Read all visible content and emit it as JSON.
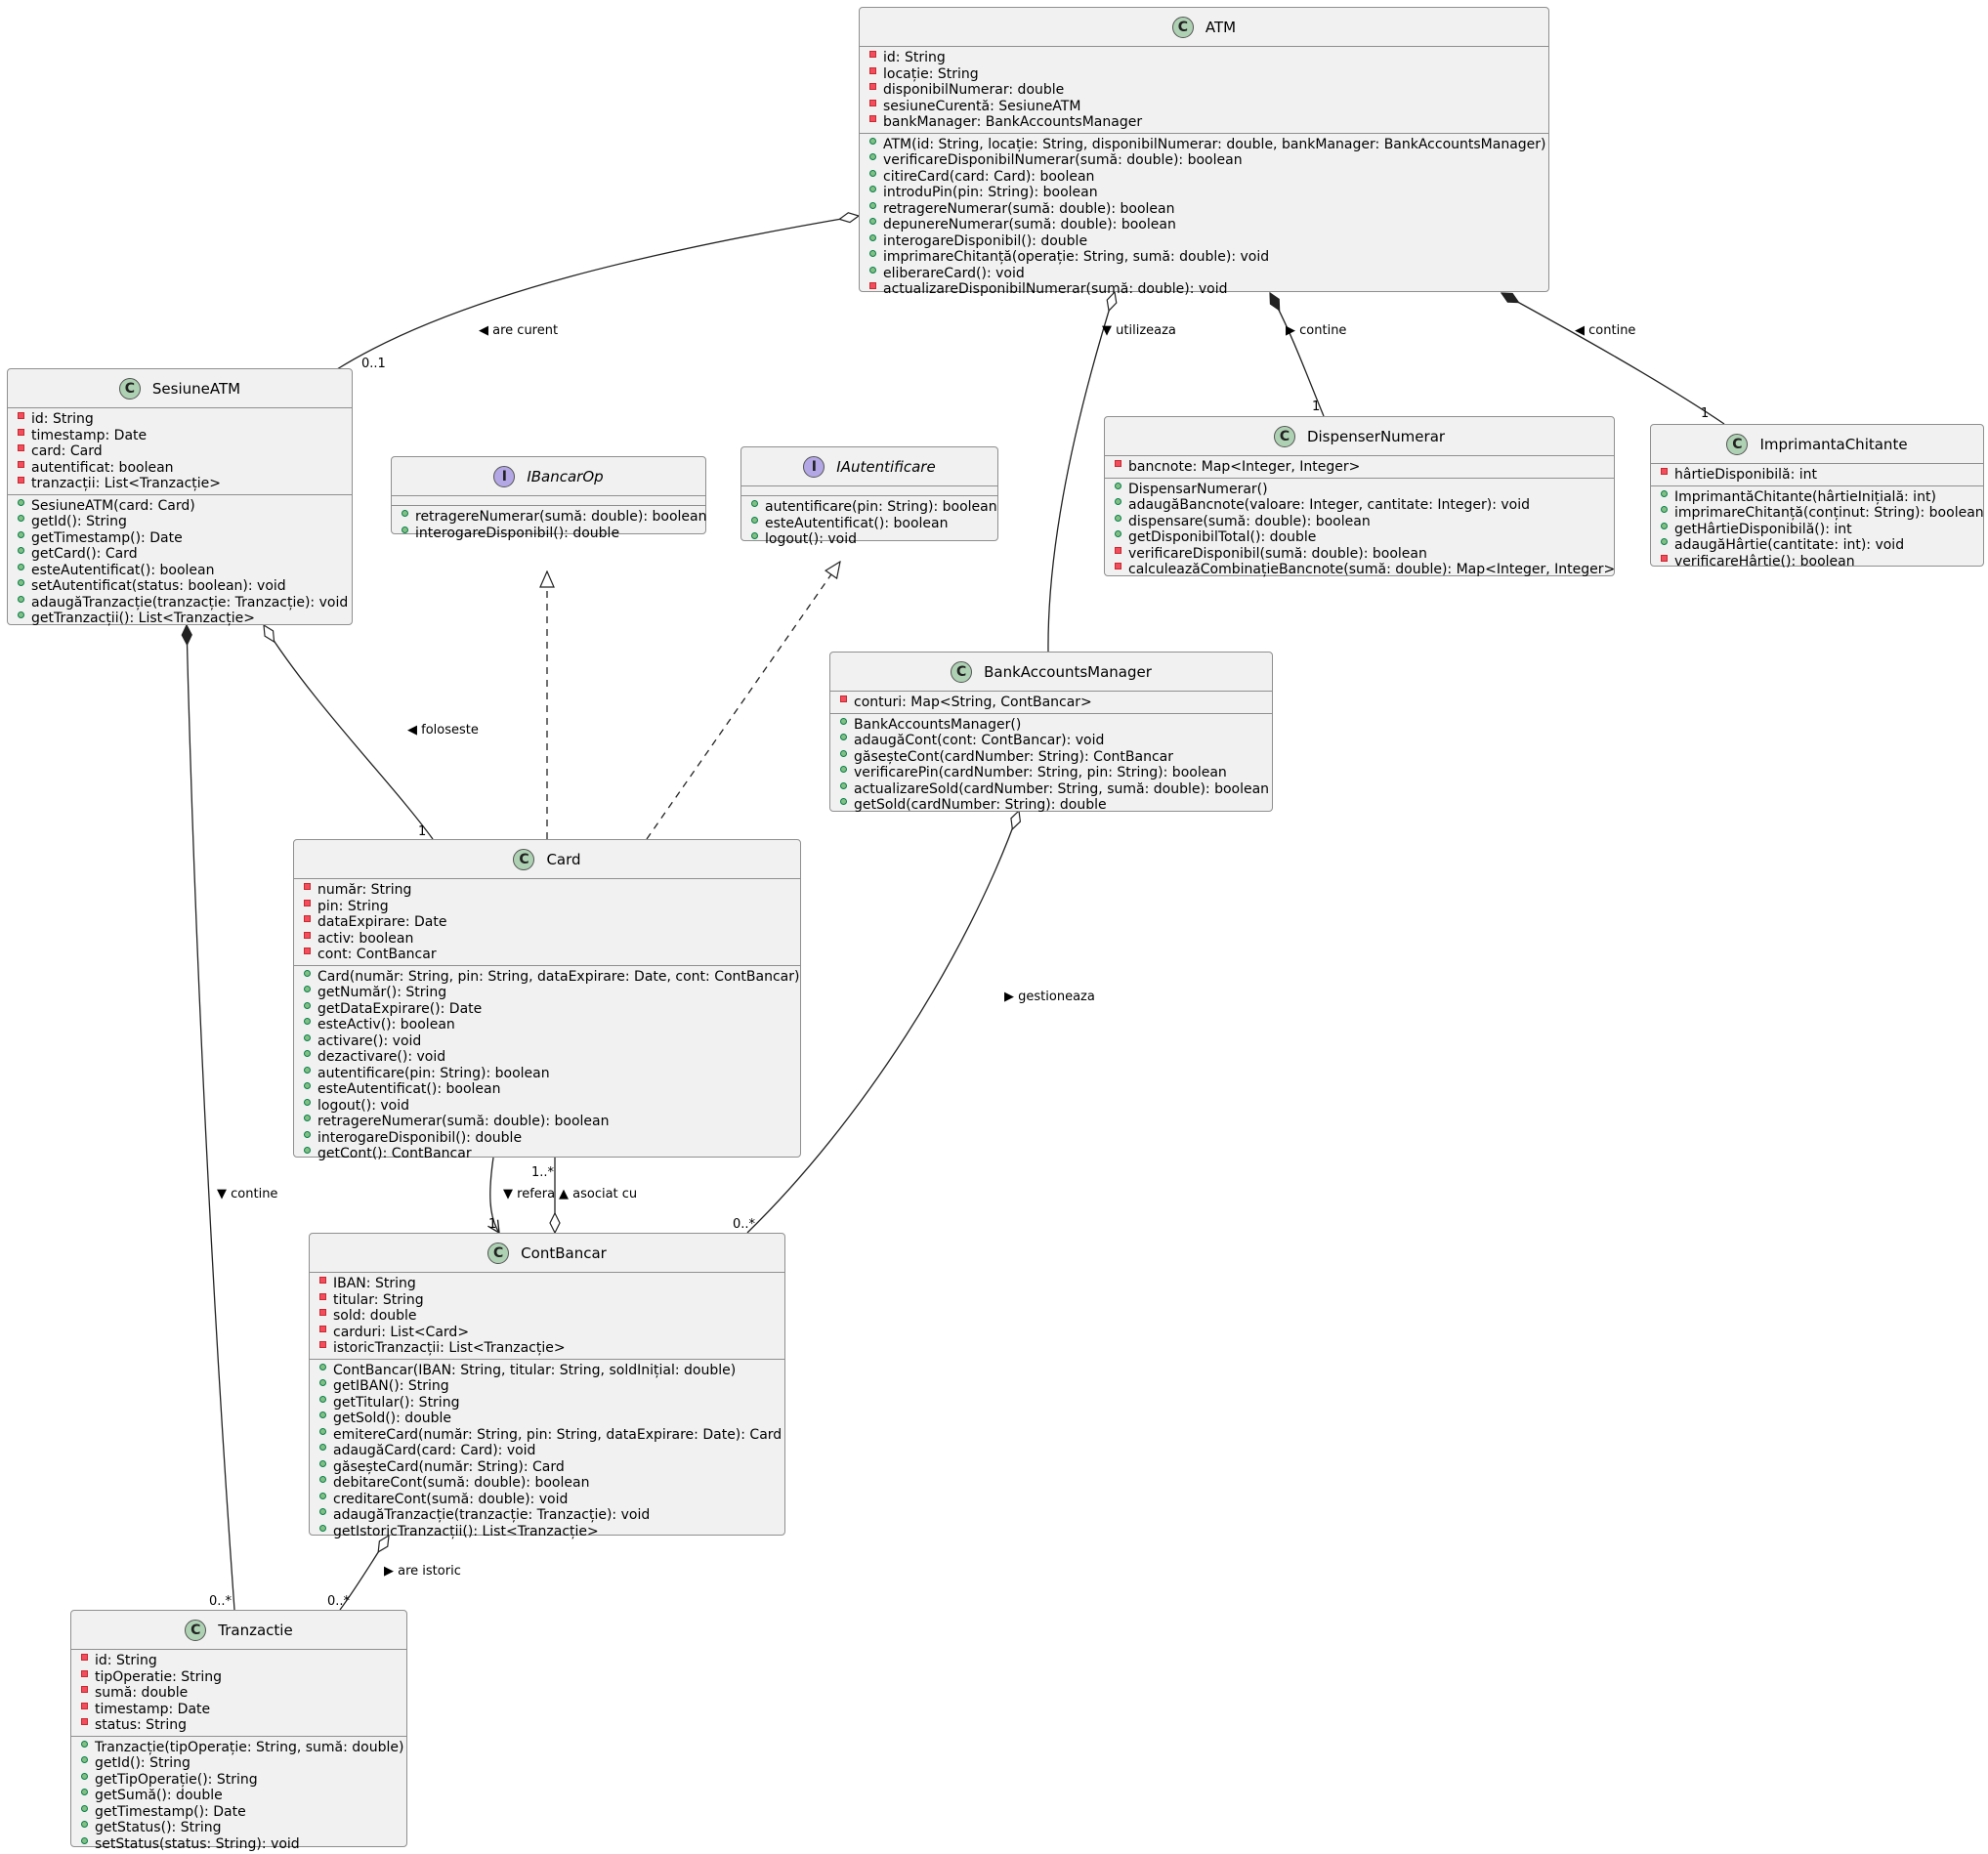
{
  "classes": [
    {
      "key": "atm",
      "name": "ATM",
      "kind": "class",
      "attrs": [
        {
          "v": "-",
          "t": "id: String"
        },
        {
          "v": "-",
          "t": "locație: String"
        },
        {
          "v": "-",
          "t": "disponibilNumerar: double"
        },
        {
          "v": "-",
          "t": "sesiuneCurentă: SesiuneATM"
        },
        {
          "v": "-",
          "t": "bankManager: BankAccountsManager"
        }
      ],
      "methods": [
        {
          "v": "+",
          "t": "ATM(id: String, locație: String, disponibilNumerar: double, bankManager: BankAccountsManager)"
        },
        {
          "v": "+",
          "t": "verificareDisponibilNumerar(sumă: double): boolean"
        },
        {
          "v": "+",
          "t": "citireCard(card: Card): boolean"
        },
        {
          "v": "+",
          "t": "introduPin(pin: String): boolean"
        },
        {
          "v": "+",
          "t": "retragereNumerar(sumă: double): boolean"
        },
        {
          "v": "+",
          "t": "depunereNumerar(sumă: double): boolean"
        },
        {
          "v": "+",
          "t": "interogareDisponibil(): double"
        },
        {
          "v": "+",
          "t": "imprimareChitanță(operație: String, sumă: double): void"
        },
        {
          "v": "+",
          "t": "eliberareCard(): void"
        },
        {
          "v": "-",
          "t": "actualizareDisponibilNumerar(sumă: double): void"
        }
      ]
    },
    {
      "key": "sesiune",
      "name": "SesiuneATM",
      "kind": "class",
      "attrs": [
        {
          "v": "-",
          "t": "id: String"
        },
        {
          "v": "-",
          "t": "timestamp: Date"
        },
        {
          "v": "-",
          "t": "card: Card"
        },
        {
          "v": "-",
          "t": "autentificat: boolean"
        },
        {
          "v": "-",
          "t": "tranzacții: List<Tranzacție>"
        }
      ],
      "methods": [
        {
          "v": "+",
          "t": "SesiuneATM(card: Card)"
        },
        {
          "v": "+",
          "t": "getId(): String"
        },
        {
          "v": "+",
          "t": "getTimestamp(): Date"
        },
        {
          "v": "+",
          "t": "getCard(): Card"
        },
        {
          "v": "+",
          "t": "esteAutentificat(): boolean"
        },
        {
          "v": "+",
          "t": "setAutentificat(status: boolean): void"
        },
        {
          "v": "+",
          "t": "adaugăTranzacție(tranzacție: Tranzacție): void"
        },
        {
          "v": "+",
          "t": "getTranzacții(): List<Tranzacție>"
        }
      ]
    },
    {
      "key": "ibancar",
      "name": "IBancarOp",
      "kind": "interface",
      "attrs": [],
      "methods": [
        {
          "v": "+",
          "t": "retragereNumerar(sumă: double): boolean"
        },
        {
          "v": "+",
          "t": "interogareDisponibil(): double"
        }
      ]
    },
    {
      "key": "iautent",
      "name": "IAutentificare",
      "kind": "interface",
      "attrs": [],
      "methods": [
        {
          "v": "+",
          "t": "autentificare(pin: String): boolean"
        },
        {
          "v": "+",
          "t": "esteAutentificat(): boolean"
        },
        {
          "v": "+",
          "t": "logout(): void"
        }
      ]
    },
    {
      "key": "dispenser",
      "name": "DispenserNumerar",
      "kind": "class",
      "attrs": [
        {
          "v": "-",
          "t": "bancnote: Map<Integer, Integer>"
        }
      ],
      "methods": [
        {
          "v": "+",
          "t": "DispensarNumerar()"
        },
        {
          "v": "+",
          "t": "adaugăBancnote(valoare: Integer, cantitate: Integer): void"
        },
        {
          "v": "+",
          "t": "dispensare(sumă: double): boolean"
        },
        {
          "v": "+",
          "t": "getDisponibilTotal(): double"
        },
        {
          "v": "-",
          "t": "verificareDisponibil(sumă: double): boolean"
        },
        {
          "v": "-",
          "t": "calculeazăCombinațieBancnote(sumă: double): Map<Integer, Integer>"
        }
      ]
    },
    {
      "key": "imprimanta",
      "name": "ImprimantaChitante",
      "kind": "class",
      "attrs": [
        {
          "v": "-",
          "t": "hârtieDisponibilă: int"
        }
      ],
      "methods": [
        {
          "v": "+",
          "t": "ImprimantăChitante(hârtieInițială: int)"
        },
        {
          "v": "+",
          "t": "imprimareChitanță(conținut: String): boolean"
        },
        {
          "v": "+",
          "t": "getHârtieDisponibilă(): int"
        },
        {
          "v": "+",
          "t": "adaugăHârtie(cantitate: int): void"
        },
        {
          "v": "-",
          "t": "verificareHârtie(): boolean"
        }
      ]
    },
    {
      "key": "bank",
      "name": "BankAccountsManager",
      "kind": "class",
      "attrs": [
        {
          "v": "-",
          "t": "conturi: Map<String, ContBancar>"
        }
      ],
      "methods": [
        {
          "v": "+",
          "t": "BankAccountsManager()"
        },
        {
          "v": "+",
          "t": "adaugăCont(cont: ContBancar): void"
        },
        {
          "v": "+",
          "t": "găseșteCont(cardNumber: String): ContBancar"
        },
        {
          "v": "+",
          "t": "verificarePin(cardNumber: String, pin: String): boolean"
        },
        {
          "v": "+",
          "t": "actualizareSold(cardNumber: String, sumă: double): boolean"
        },
        {
          "v": "+",
          "t": "getSold(cardNumber: String): double"
        }
      ]
    },
    {
      "key": "card",
      "name": "Card",
      "kind": "class",
      "attrs": [
        {
          "v": "-",
          "t": "număr: String"
        },
        {
          "v": "-",
          "t": "pin: String"
        },
        {
          "v": "-",
          "t": "dataExpirare: Date"
        },
        {
          "v": "-",
          "t": "activ: boolean"
        },
        {
          "v": "-",
          "t": "cont: ContBancar"
        }
      ],
      "methods": [
        {
          "v": "+",
          "t": "Card(număr: String, pin: String, dataExpirare: Date, cont: ContBancar)"
        },
        {
          "v": "+",
          "t": "getNumăr(): String"
        },
        {
          "v": "+",
          "t": "getDataExpirare(): Date"
        },
        {
          "v": "+",
          "t": "esteActiv(): boolean"
        },
        {
          "v": "+",
          "t": "activare(): void"
        },
        {
          "v": "+",
          "t": "dezactivare(): void"
        },
        {
          "v": "+",
          "t": "autentificare(pin: String): boolean"
        },
        {
          "v": "+",
          "t": "esteAutentificat(): boolean"
        },
        {
          "v": "+",
          "t": "logout(): void"
        },
        {
          "v": "+",
          "t": "retragereNumerar(sumă: double): boolean"
        },
        {
          "v": "+",
          "t": "interogareDisponibil(): double"
        },
        {
          "v": "+",
          "t": "getCont(): ContBancar"
        }
      ]
    },
    {
      "key": "cont",
      "name": "ContBancar",
      "kind": "class",
      "attrs": [
        {
          "v": "-",
          "t": "IBAN: String"
        },
        {
          "v": "-",
          "t": "titular: String"
        },
        {
          "v": "-",
          "t": "sold: double"
        },
        {
          "v": "-",
          "t": "carduri: List<Card>"
        },
        {
          "v": "-",
          "t": "istoricTranzacții: List<Tranzacție>"
        }
      ],
      "methods": [
        {
          "v": "+",
          "t": "ContBancar(IBAN: String, titular: String, soldInițial: double)"
        },
        {
          "v": "+",
          "t": "getIBAN(): String"
        },
        {
          "v": "+",
          "t": "getTitular(): String"
        },
        {
          "v": "+",
          "t": "getSold(): double"
        },
        {
          "v": "+",
          "t": "emitereCard(număr: String, pin: String, dataExpirare: Date): Card"
        },
        {
          "v": "+",
          "t": "adaugăCard(card: Card): void"
        },
        {
          "v": "+",
          "t": "găseșteCard(număr: String): Card"
        },
        {
          "v": "+",
          "t": "debitareCont(sumă: double): boolean"
        },
        {
          "v": "+",
          "t": "creditareCont(sumă: double): void"
        },
        {
          "v": "+",
          "t": "adaugăTranzacție(tranzacție: Tranzacție): void"
        },
        {
          "v": "+",
          "t": "getIstoricTranzacții(): List<Tranzacție>"
        }
      ]
    },
    {
      "key": "tranz",
      "name": "Tranzactie",
      "kind": "class",
      "attrs": [
        {
          "v": "-",
          "t": "id: String"
        },
        {
          "v": "-",
          "t": "tipOperatie: String"
        },
        {
          "v": "-",
          "t": "sumă: double"
        },
        {
          "v": "-",
          "t": "timestamp: Date"
        },
        {
          "v": "-",
          "t": "status: String"
        }
      ],
      "methods": [
        {
          "v": "+",
          "t": "Tranzacție(tipOperație: String, sumă: double)"
        },
        {
          "v": "+",
          "t": "getId(): String"
        },
        {
          "v": "+",
          "t": "getTipOperație(): String"
        },
        {
          "v": "+",
          "t": "getSumă(): double"
        },
        {
          "v": "+",
          "t": "getTimestamp(): Date"
        },
        {
          "v": "+",
          "t": "getStatus(): String"
        },
        {
          "v": "+",
          "t": "setStatus(status: String): void"
        }
      ]
    }
  ],
  "relations": {
    "atm_sesiune": {
      "label": "are curent",
      "arrow": "◀",
      "target_mult": "0..1"
    },
    "atm_bank": {
      "label": "utilizeaza",
      "arrow": "▼"
    },
    "atm_dispenser": {
      "label": "contine",
      "arrow": "▶",
      "target_mult": "1"
    },
    "atm_imprimanta": {
      "label": "contine",
      "arrow": "◀",
      "target_mult": "1"
    },
    "sesiune_card": {
      "label": "foloseste",
      "arrow": "◀",
      "target_mult": "1"
    },
    "sesiune_tranz": {
      "label": "contine",
      "arrow": "▼",
      "target_mult": "0..*"
    },
    "bank_cont": {
      "label": "gestioneaza",
      "arrow": "▶",
      "target_mult": "0..*"
    },
    "card_cont": {
      "label": "refera",
      "arrow": "▼",
      "target_mult": "1"
    },
    "cont_card": {
      "label": "asociat cu",
      "arrow": "▲",
      "target_mult": "1..*"
    },
    "cont_tranz": {
      "label": "are istoric",
      "arrow": "▶",
      "target_mult": "0..*"
    }
  }
}
